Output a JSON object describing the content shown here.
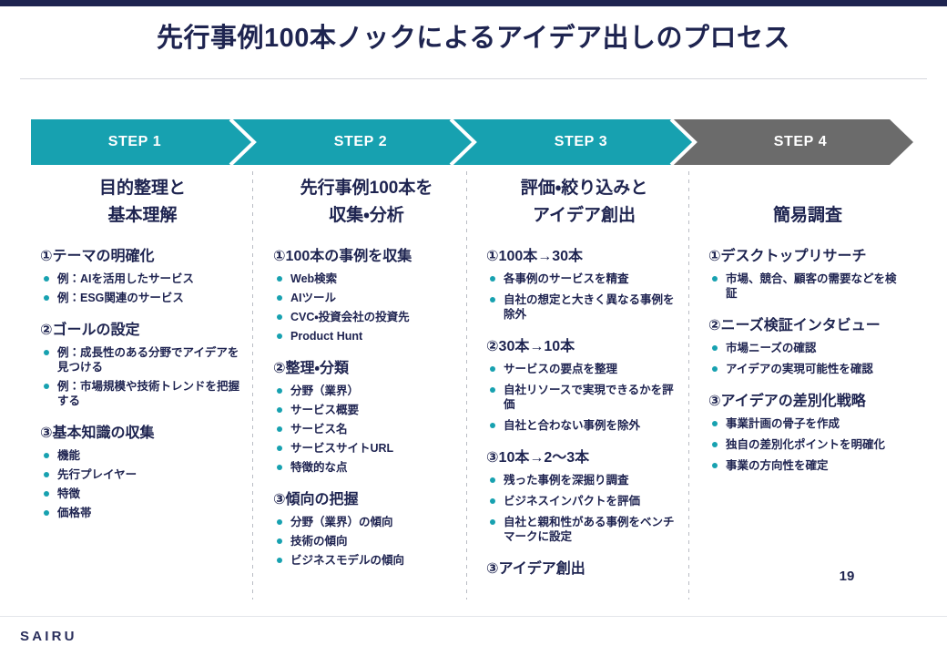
{
  "slide": {
    "title": "先行事例100本ノックによるアイデア出しのプロセス",
    "page_number": "19",
    "logo": "SAIRU",
    "accent_teal": "#17a1b0",
    "accent_navy": "#1e2450",
    "accent_gray": "#6b6b6b"
  },
  "steps": [
    {
      "label": "STEP 1",
      "color": "#17a1b0"
    },
    {
      "label": "STEP 2",
      "color": "#17a1b0"
    },
    {
      "label": "STEP 3",
      "color": "#17a1b0"
    },
    {
      "label": "STEP 4",
      "color": "#6b6b6b"
    }
  ],
  "columns": [
    {
      "heading_line1": "目的整理と",
      "heading_line2": "基本理解",
      "groups": [
        {
          "title": "①テーマの明確化",
          "items": [
            "例：AIを活用したサービス",
            "例：ESG関連のサービス"
          ]
        },
        {
          "title": "②ゴールの設定",
          "items": [
            "例：成長性のある分野でアイデアを見つける",
            "例：市場規模や技術トレンドを把握する"
          ]
        },
        {
          "title": "③基本知識の収集",
          "items": [
            "機能",
            "先行プレイヤー",
            "特徴",
            "価格帯"
          ]
        }
      ]
    },
    {
      "heading_line1": "先行事例100本を",
      "heading_line2": "収集・分析",
      "groups": [
        {
          "title": "①100本の事例を収集",
          "items": [
            "Web検索",
            "AIツール",
            "CVC・投資会社の投資先",
            "Product Hunt"
          ]
        },
        {
          "title": "②整理・分類",
          "items": [
            "分野（業界）",
            "サービス概要",
            "サービス名",
            "サービスサイトURL",
            "特徴的な点"
          ]
        },
        {
          "title": "③傾向の把握",
          "items": [
            "分野（業界）の傾向",
            "技術の傾向",
            "ビジネスモデルの傾向"
          ]
        }
      ]
    },
    {
      "heading_line1": "評価・絞り込みと",
      "heading_line2": "アイデア創出",
      "groups": [
        {
          "title": "①100本→30本",
          "items": [
            "各事例のサービスを精査",
            "自社の想定と大きく異なる事例を除外"
          ]
        },
        {
          "title": "②30本→10本",
          "items": [
            "サービスの要点を整理",
            "自社リソースで実現できるかを評価",
            "自社と合わない事例を除外"
          ]
        },
        {
          "title": "③10本→2〜3本",
          "items": [
            "残った事例を深掘り調査",
            "ビジネスインパクトを評価",
            "自社と親和性がある事例をベンチマークに設定"
          ]
        },
        {
          "title": "③アイデア創出",
          "items": []
        }
      ]
    },
    {
      "heading_line1": "簡易調査",
      "heading_line2": "",
      "groups": [
        {
          "title": "①デスクトップリサーチ",
          "items": [
            "市場、競合、顧客の需要などを検証"
          ]
        },
        {
          "title": "②ニーズ検証インタビュー",
          "items": [
            "市場ニーズの確認",
            "アイデアの実現可能性を確認"
          ]
        },
        {
          "title": "③アイデアの差別化戦略",
          "items": [
            "事業計画の骨子を作成",
            "独自の差別化ポイントを明確化",
            "事業の方向性を確定"
          ]
        }
      ]
    }
  ]
}
